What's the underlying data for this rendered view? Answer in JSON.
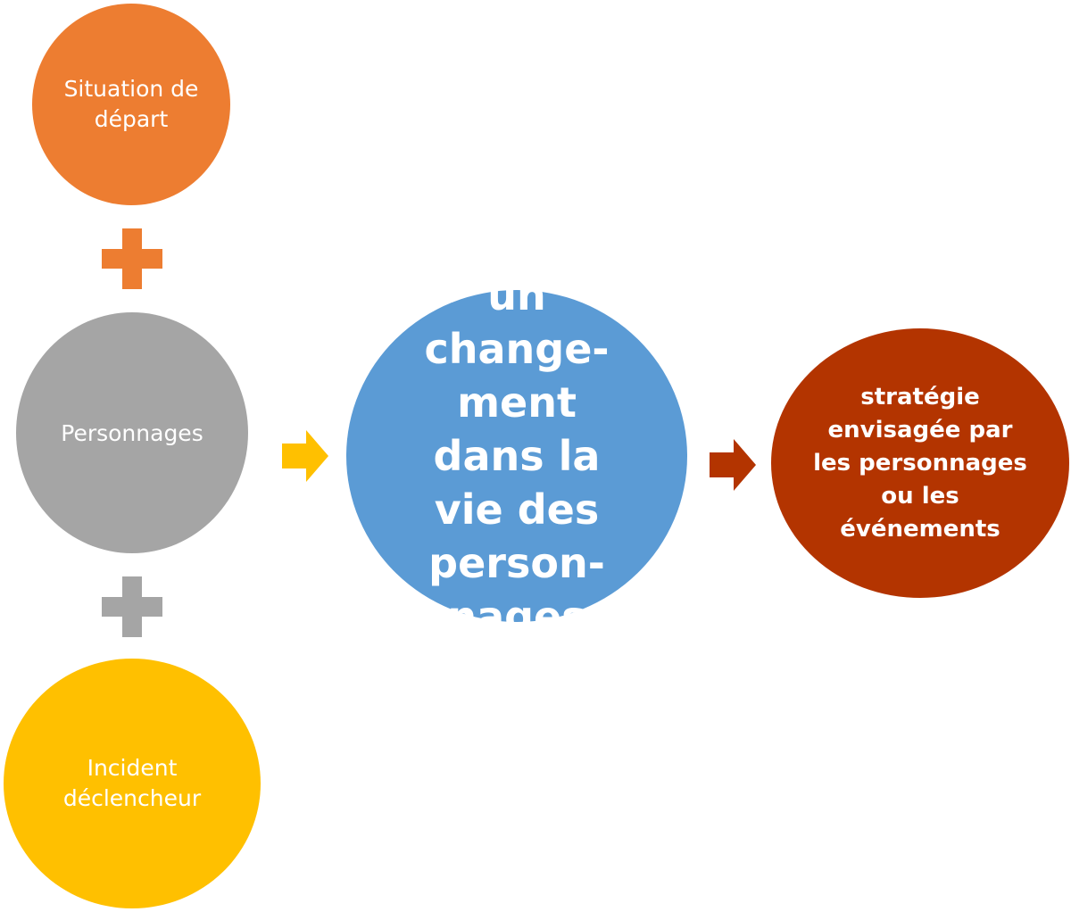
{
  "nodes": {
    "situation": {
      "label": "Situation de départ",
      "color": "#ED7D31"
    },
    "personnages": {
      "label": "Personnages",
      "color": "#A5A5A5"
    },
    "incident": {
      "label": "Incident déclencheur",
      "color": "#FFC000"
    },
    "changement": {
      "label": "un change-ment dans la vie des person-nages",
      "color": "#5B9BD5"
    },
    "strategie": {
      "label": "stratégie envisagée par les personnages ou les événements",
      "color": "#B33400"
    }
  },
  "connectors": {
    "plus1": "#ED7D31",
    "plus2": "#A5A5A5",
    "arrow1": "#FFC000",
    "arrow2": "#B33400"
  }
}
